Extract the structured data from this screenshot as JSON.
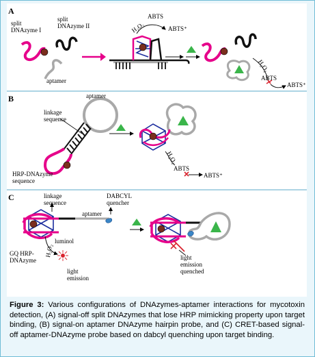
{
  "panel_a": {
    "letter": "A",
    "split_1": [
      "split",
      "DNAzyme I"
    ],
    "split_2": [
      "split",
      "DNAzyme II"
    ],
    "aptamer": "aptamer",
    "h2o2_1": "H₂O₂",
    "abts_1": "ABTS",
    "abts_plus_1": "ABTS⁺",
    "h2o2_2": "H₂O₂",
    "abts_2": "ABTS",
    "abts_plus_2": "ABTS⁺"
  },
  "panel_b": {
    "letter": "B",
    "aptamer": "aptamer",
    "linkage": [
      "linkage",
      "sequence"
    ],
    "hrp": [
      "HRP-DNAzyme",
      "sequence"
    ],
    "h2o2": "H₂O₂",
    "abts": "ABTS",
    "abts_plus": "ABTS⁺"
  },
  "panel_c": {
    "letter": "C",
    "linkage": [
      "linkage",
      "sequence"
    ],
    "dabcyl": [
      "DABCYL",
      "quencher"
    ],
    "aptamer": "aptamer",
    "luminol": "luminol",
    "h2o2": "H₂O₂",
    "gq": [
      "GQ HRP-",
      "DNAzyme"
    ],
    "light_emission": [
      "light",
      "emission"
    ],
    "light_quenched": [
      "light",
      "emission",
      "quenched"
    ]
  },
  "caption": {
    "label": "Figure 3:",
    "text": " Various configurations of DNAzymes-aptamer interactions for mycotoxin detection, (A) signal-off split DNAzymes that lose HRP mimicking property upon target binding, (B) signal-on aptamer DNAzyme hairpin probe, and (C) CRET-based signal-off aptamer-DNAzyme probe based on dabcyl quenching upon target binding."
  },
  "colors": {
    "magenta": "#e6008a",
    "green": "#3ab54a",
    "navy": "#1c2d9e",
    "grey": "#a9a9a9",
    "brown": "#7a2e1e",
    "red": "#d9232e",
    "frame": "#6fbcd6",
    "caption_bg": "#eaf6fb"
  }
}
